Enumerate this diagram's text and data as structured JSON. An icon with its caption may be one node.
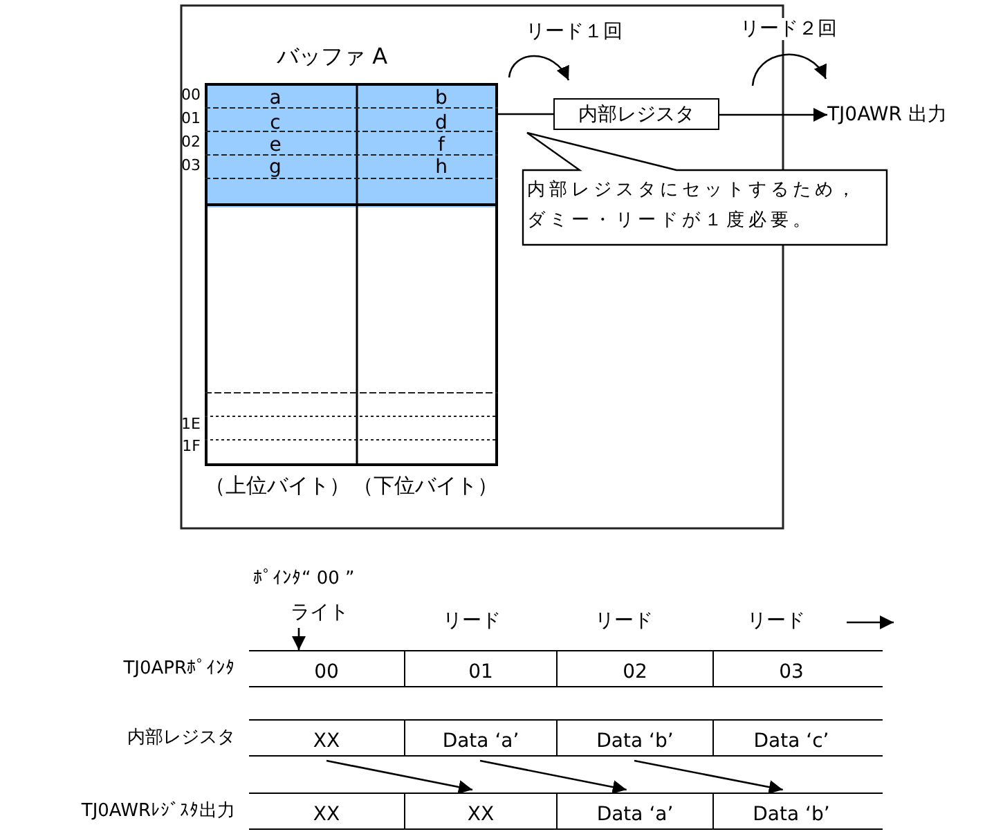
{
  "diagram": {
    "nodes": [
      {
        "text": [
          "バッファ A"
        ],
        "beside": [
          "（上位バイト）",
          "（下位バイト）"
        ]
      },
      {
        "text": [
          "内部レジスタ"
        ]
      },
      {
        "text": [
          "TJ0AWR 出力"
        ]
      },
      {
        "text": [
          "内部レジスタにセットするため，ダミー・リードが１度必要。"
        ]
      },
      {
        "text": [
          "ライト"
        ],
        "beside": [
          "ﾎﾟｲﾝﾀ“ 00 ”"
        ]
      },
      {
        "text": [
          "00"
        ]
      },
      {
        "text": [
          "01"
        ]
      },
      {
        "text": [
          "02"
        ]
      },
      {
        "text": [
          "03"
        ]
      },
      {
        "text": [
          "XX"
        ]
      },
      {
        "text": [
          "Data ‘a’"
        ]
      },
      {
        "text": [
          "Data ‘b’"
        ]
      },
      {
        "text": [
          "Data ‘c’"
        ]
      },
      {
        "text": [
          "XX"
        ]
      },
      {
        "text": [
          "XX"
        ]
      },
      {
        "text": [
          "Data ‘a’"
        ]
      },
      {
        "text": [
          "Data ‘b’"
        ]
      }
    ],
    "edges": [
      {
        "from": 0,
        "to": 1,
        "arrow": "none"
      },
      {
        "from": 1,
        "to": 2,
        "arrow": "to"
      },
      {
        "from": 4,
        "to": 5,
        "arrow": "to"
      },
      {
        "from": 9,
        "to": 14,
        "arrow": "to"
      },
      {
        "from": 10,
        "to": 15,
        "arrow": "to"
      },
      {
        "from": 11,
        "to": 16,
        "arrow": "to"
      }
    ],
    "labels": [
      "リード１回",
      "リード２回",
      "00",
      "a",
      "b",
      "01",
      "c",
      "d",
      "02",
      "e",
      "f",
      "03",
      "g",
      "h",
      "1E",
      "1F",
      "リード",
      "リード",
      "リード",
      "TJ0APRﾎﾟｲﾝﾀ",
      "内部レジスタ",
      "TJ0AWRﾚｼﾞｽﾀ出力"
    ]
  }
}
